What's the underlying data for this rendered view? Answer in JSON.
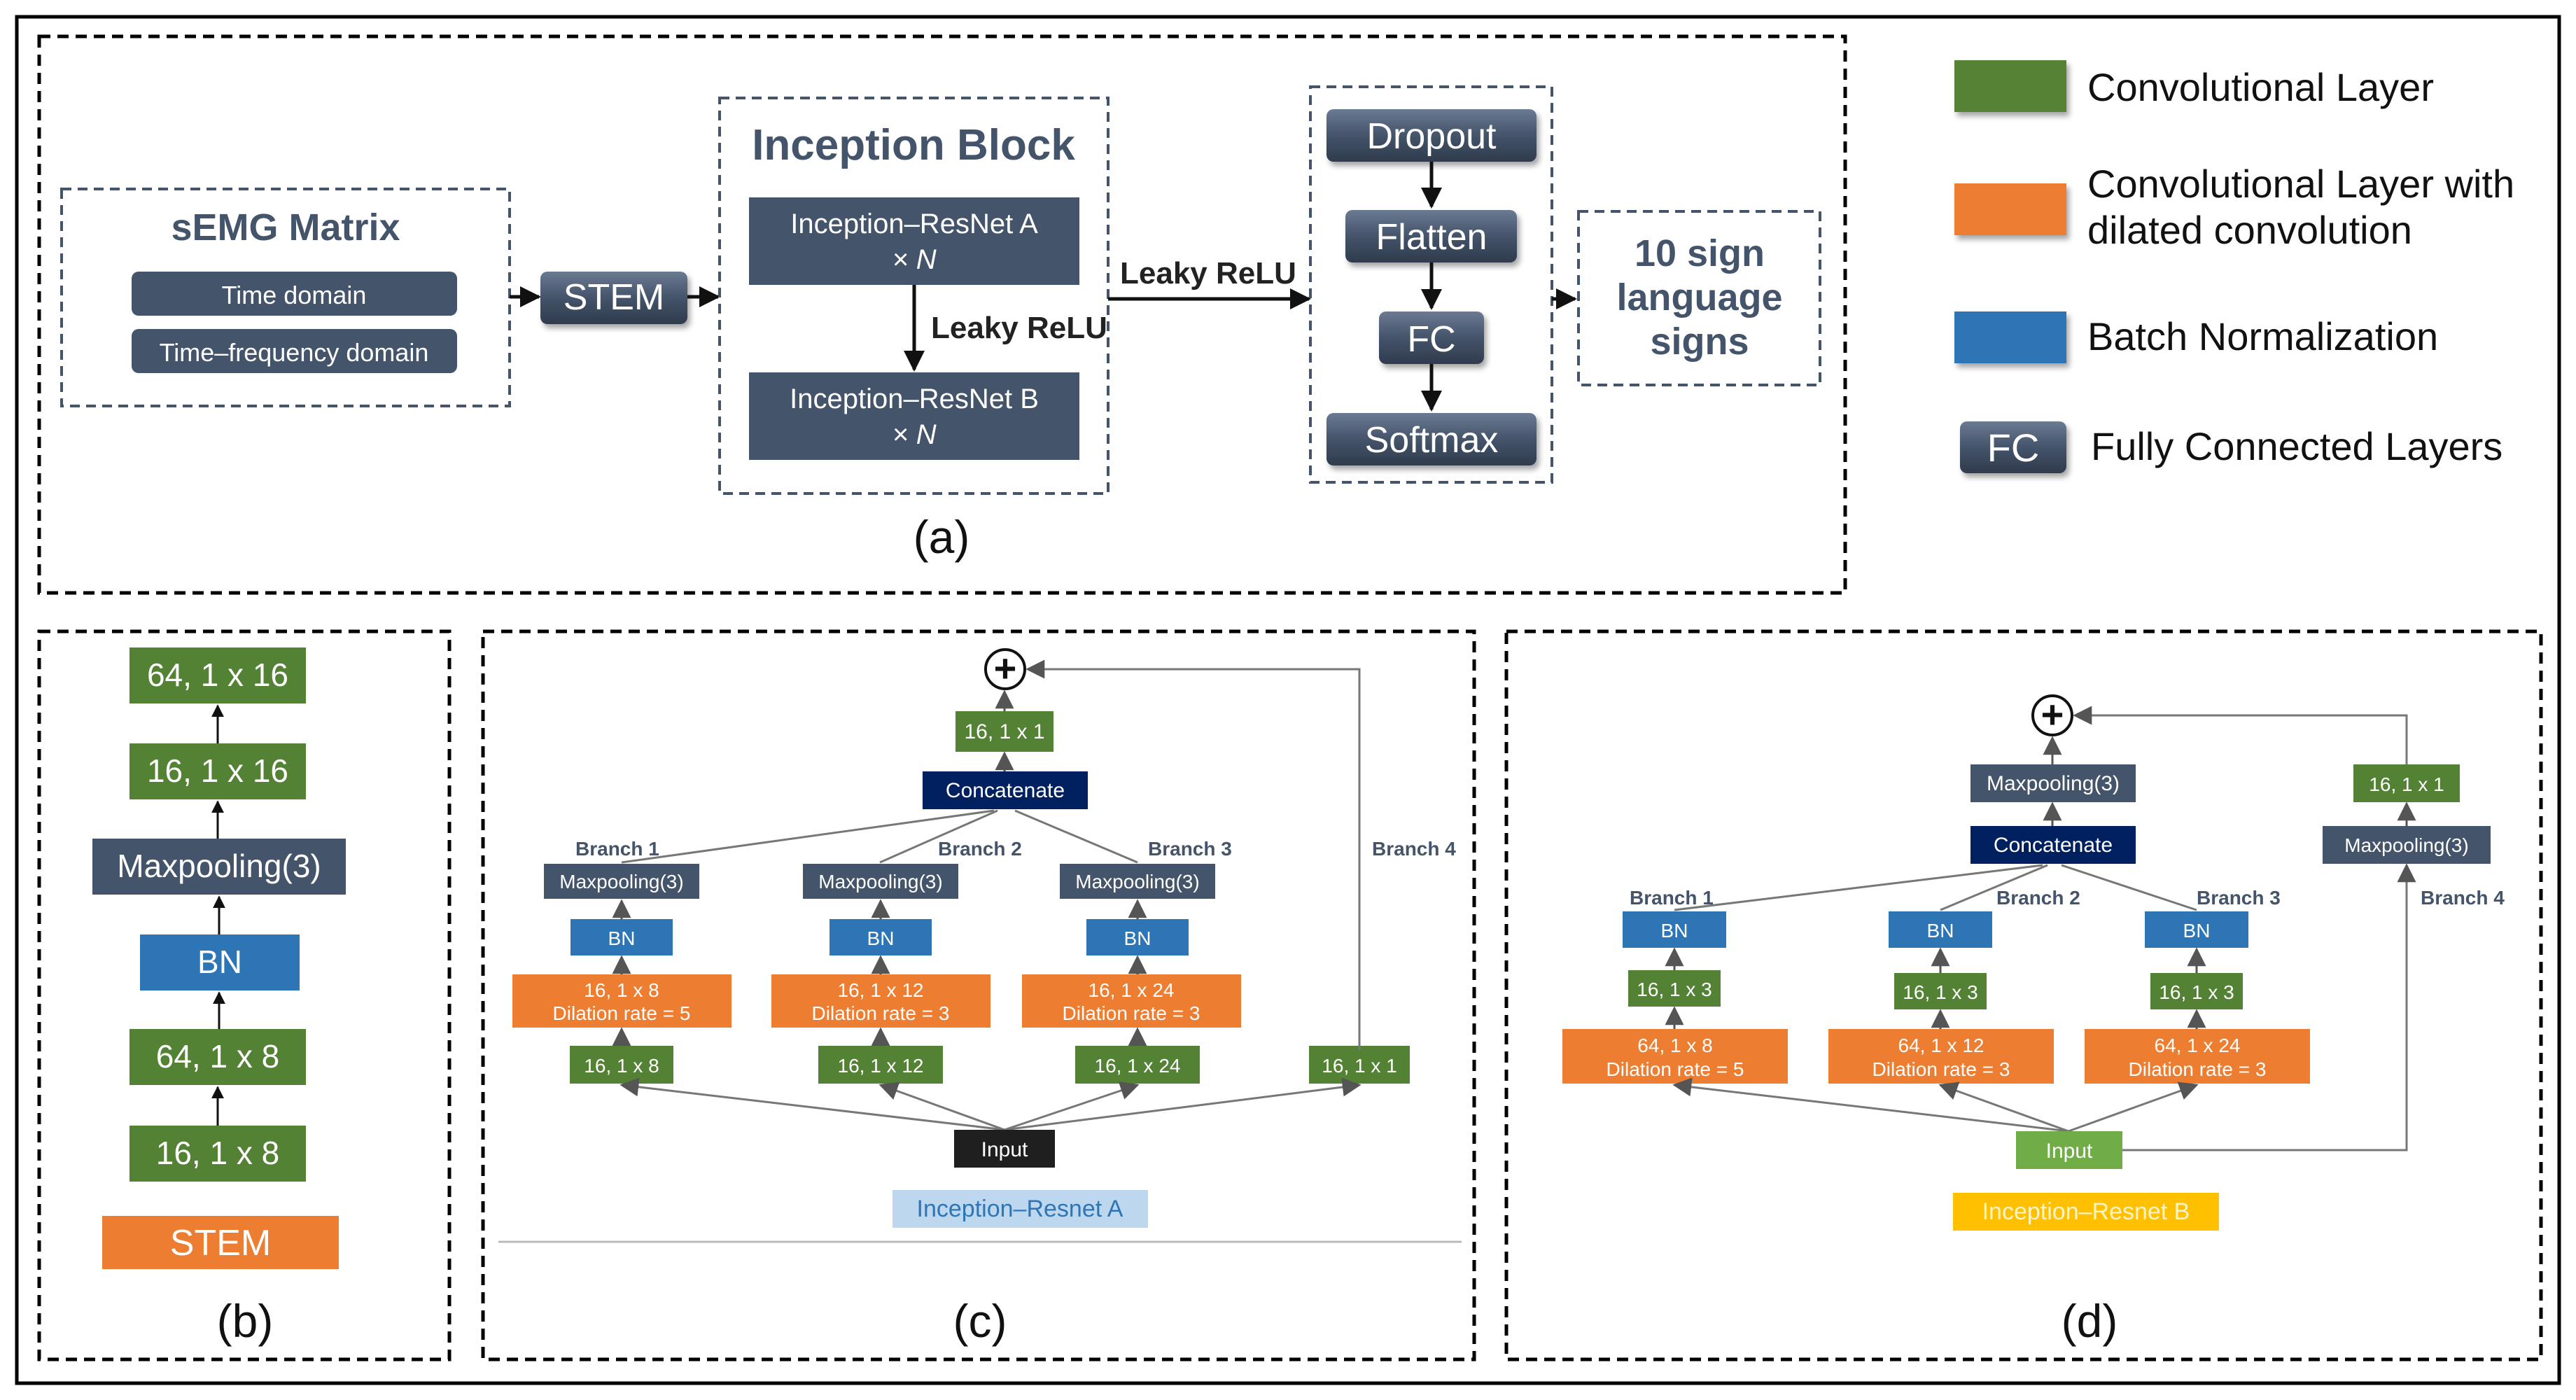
{
  "panel_labels": {
    "a": "(a)",
    "b": "(b)",
    "c": "(c)",
    "d": "(d)"
  },
  "colors": {
    "conv": "#548235",
    "dilated": "#ed7d31",
    "bn": "#2e75b6",
    "slate": "#44546a",
    "navy": "#002060",
    "input_dark": "#1f1f1f",
    "input_green": "#70ad47",
    "title_a_bg": "#bdd7ee",
    "title_b_bg": "#ffc000"
  },
  "panel_a": {
    "semg_title": "sEMG Matrix",
    "time_domain": "Time domain",
    "time_frequency_domain": "Time–frequency domain",
    "stem": "STEM",
    "inception_title": "Inception Block",
    "res_a_line1": "Inception–ResNet A",
    "res_a_line2": "× N",
    "res_b_line1": "Inception–ResNet B",
    "res_b_line2": "× N",
    "leaky_relu_inner": "Leaky ReLU",
    "leaky_relu_outer": "Leaky ReLU",
    "dropout": "Dropout",
    "flatten": "Flatten",
    "fc": "FC",
    "softmax": "Softmax",
    "output_line1": "10 sign",
    "output_line2": "language",
    "output_line3": "signs"
  },
  "legend": {
    "conv": "Convolutional  Layer",
    "dilated_line1": "Convolutional Layer with",
    "dilated_line2": "dilated convolution",
    "bn": "Batch Normalization",
    "fc_box": "FC",
    "fc": "Fully Connected Layers"
  },
  "panel_b": {
    "layers": [
      "64, 1 x 16",
      "16, 1 x 16",
      "Maxpooling(3)",
      "BN",
      "64, 1 x 8",
      "16, 1 x 8"
    ],
    "stem_label": "STEM"
  },
  "panel_c": {
    "plus": "+",
    "top_conv": "16, 1 x 1",
    "concat": "Concatenate",
    "branch_labels": [
      "Branch 1",
      "Branch 2",
      "Branch 3",
      "Branch 4"
    ],
    "maxpool": [
      "Maxpooling(3)",
      "Maxpooling(3)",
      "Maxpooling(3)"
    ],
    "bn": [
      "BN",
      "BN",
      "BN"
    ],
    "dilated_l1": [
      "16, 1 x 8",
      "16, 1 x 12",
      "16, 1 x 24"
    ],
    "dilated_l2": [
      "Dilation rate = 5",
      "Dilation rate = 3",
      "Dilation rate = 3"
    ],
    "conv_bottom": [
      "16, 1 x 8",
      "16, 1 x 12",
      "16, 1 x 24",
      "16, 1 x 1"
    ],
    "input": "Input",
    "title": "Inception–Resnet A"
  },
  "panel_d": {
    "plus": "+",
    "top_maxpool": "Maxpooling(3)",
    "concat": "Concatenate",
    "branch4_conv": "16, 1 x 1",
    "branch4_maxpool": "Maxpooling(3)",
    "branch_labels": [
      "Branch 1",
      "Branch 2",
      "Branch 3",
      "Branch 4"
    ],
    "bn": [
      "BN",
      "BN",
      "BN"
    ],
    "conv": [
      "16, 1 x 3",
      "16, 1 x 3",
      "16, 1 x 3"
    ],
    "dilated_l1": [
      "64, 1 x 8",
      "64, 1 x 12",
      "64, 1 x 24"
    ],
    "dilated_l2": [
      "Dilation rate = 5",
      "Dilation rate = 3",
      "Dilation rate = 3"
    ],
    "input": "Input",
    "title": "Inception–Resnet B"
  }
}
